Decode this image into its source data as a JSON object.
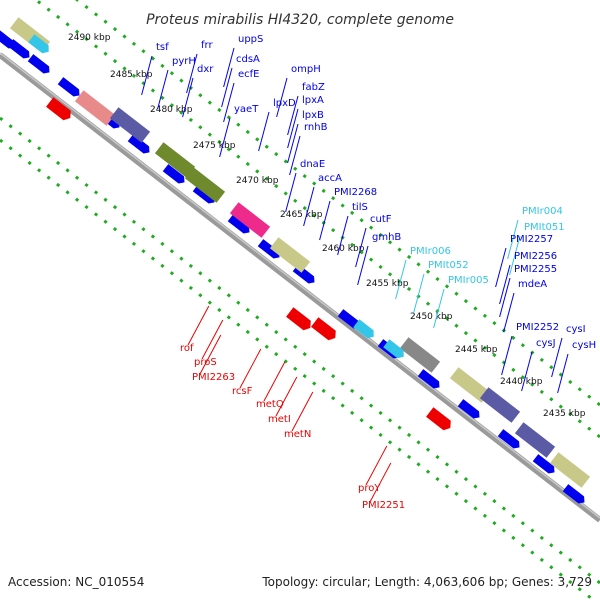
{
  "title": "Proteus mirabilis HI4320, complete genome",
  "accession": "Accession: NC_010554",
  "topology": "Topology: circular; Length: 4,063,606 bp; Genes: 3,729",
  "kbp_labels": [
    "2490 kbp",
    "2485 kbp",
    "2480 kbp",
    "2475 kbp",
    "2470 kbp",
    "2465 kbp",
    "2460 kbp",
    "2455 kbp",
    "2450 kbp",
    "2445 kbp",
    "2440 kbp",
    "2435 kbp"
  ],
  "gene_labels": {
    "blue": [
      "tsf",
      "frr",
      "uppS",
      "pyrH",
      "dxr",
      "cdsA",
      "ecfE",
      "ompH",
      "fabZ",
      "yaeT",
      "lpxD",
      "lpxA",
      "lpxB",
      "rnhB",
      "dnaE",
      "accA",
      "PMI2268",
      "tilS",
      "cutF",
      "gmhB",
      "PMI2257",
      "PMI2256",
      "PMI2255",
      "mdeA",
      "PMI2252",
      "cysI",
      "cysJ",
      "cysH"
    ],
    "cyan": [
      "PMIr004",
      "PMIt051",
      "PMIr006",
      "PMIt052",
      "PMIr005"
    ],
    "red": [
      "rof",
      "proS",
      "PMI2263",
      "rcsF",
      "metQ",
      "metI",
      "metN",
      "proY",
      "PMI2251"
    ]
  },
  "colors": {
    "cds_blue": "#0000ee",
    "rna_cyan": "#33c6e8",
    "red_feature": "#ee0000",
    "backbone": "#888888",
    "dots": "#22aa22",
    "cog_olive": "#6e8a2c",
    "cog_magenta": "#ee2a8a",
    "cog_slate": "#5a5aa5",
    "cog_pink": "#e88a8a",
    "cog_khaki": "#c8c888"
  }
}
